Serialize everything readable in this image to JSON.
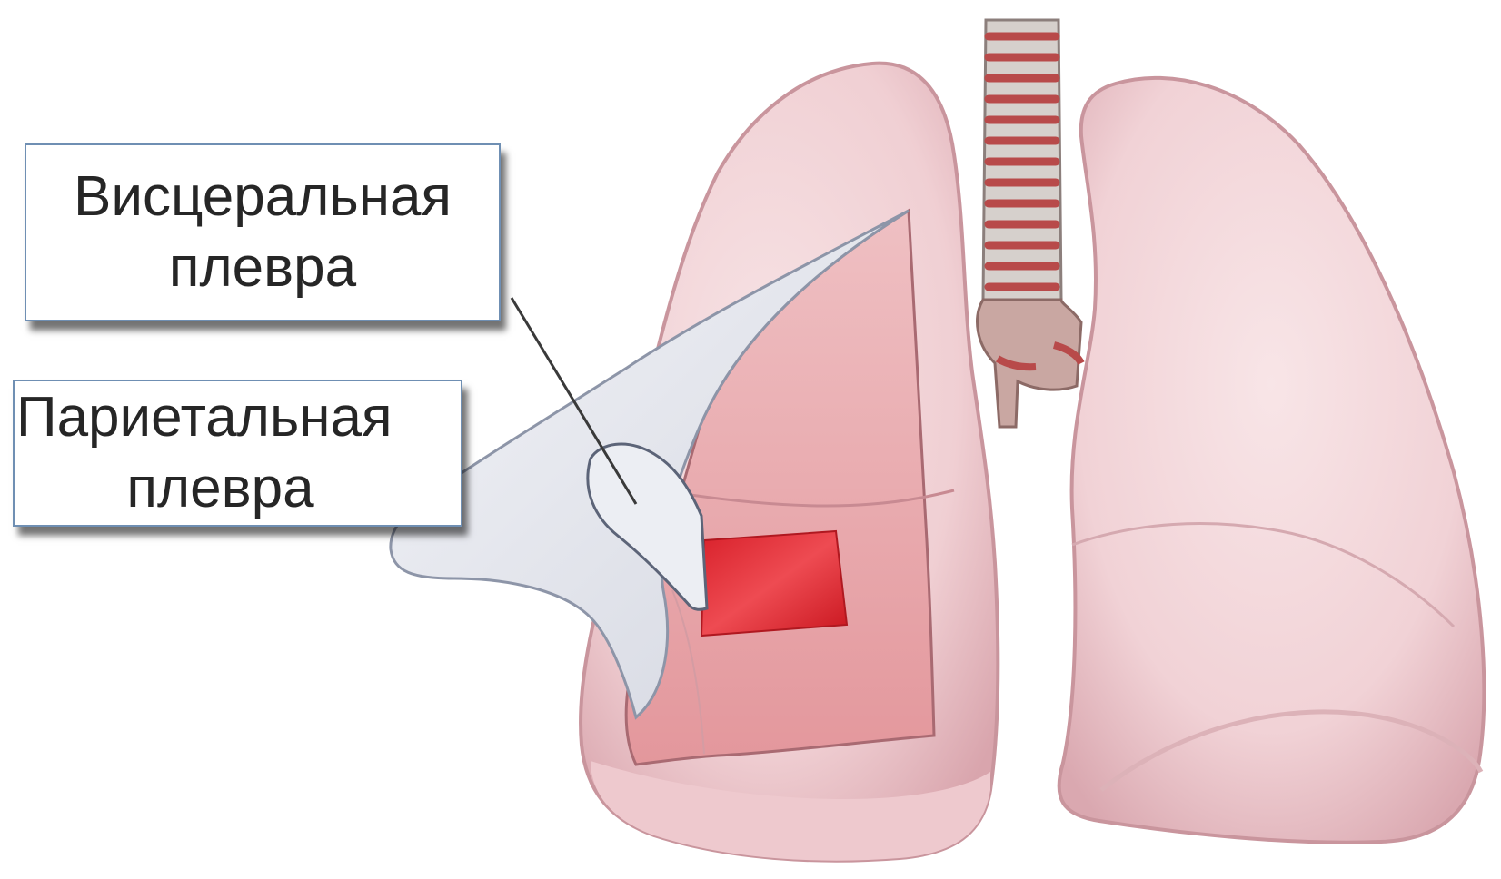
{
  "diagram": {
    "labels": {
      "visceral_pleura": {
        "line1": "Висцеральная",
        "line2": "плевра"
      },
      "parietal_pleura": {
        "line1": "Париетальная",
        "line2": "плевра"
      }
    },
    "colors": {
      "background": "#ffffff",
      "lung_surface": "#f3d6d9",
      "lung_shadow": "#d8a9b0",
      "lung_interior": "#e8a3a6",
      "exposed_tissue": "#e0202a",
      "pleura_flap": "#e6e8ee",
      "trachea_ring": "#b84a4a",
      "trachea_cartilage": "#d6d0cc",
      "callout_border": "#6f8fb3",
      "label_text": "#262626"
    }
  }
}
